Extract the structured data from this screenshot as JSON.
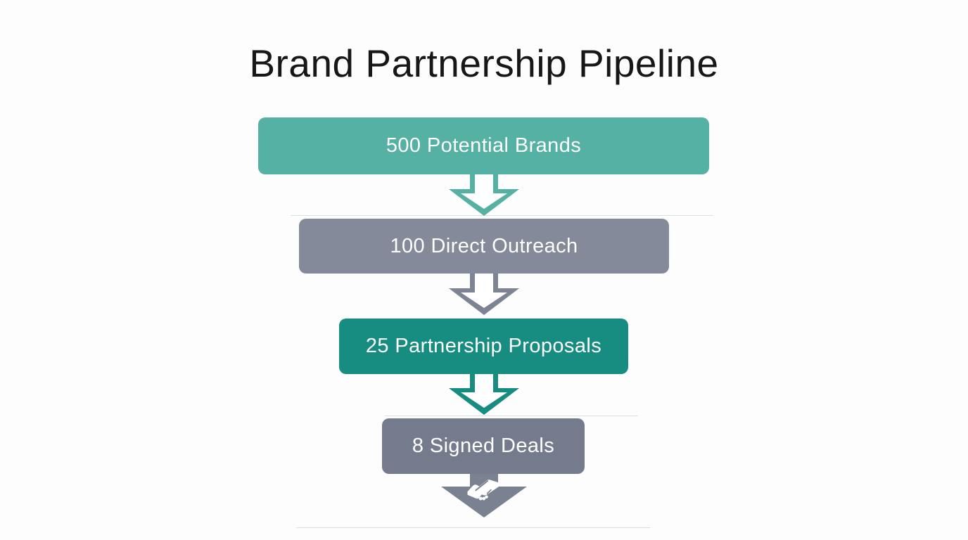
{
  "title": "Brand Partnership Pipeline",
  "funnel": {
    "stages": [
      {
        "label": "500 Potential Brands",
        "value": 500,
        "color": "#54B1A3",
        "arrow_color": "#54B1A3",
        "arrow_style": "outlined"
      },
      {
        "label": "100 Direct Outreach",
        "value": 100,
        "color": "#848A9A",
        "arrow_color": "#7D8494",
        "arrow_style": "outlined"
      },
      {
        "label": "25 Partnership Proposals",
        "value": 25,
        "color": "#178C80",
        "arrow_color": "#178C80",
        "arrow_style": "outlined"
      },
      {
        "label": "8 Signed Deals",
        "value": 8,
        "color": "#747B8C",
        "arrow_color": "#7A8191",
        "arrow_style": "solid-with-handshake-icon"
      }
    ],
    "arrow_inner_color": "#FFFFFF",
    "final_icon": "handshake-icon",
    "final_icon_color": "#FFFFFF"
  },
  "chart_data": {
    "type": "funnel",
    "title": "Brand Partnership Pipeline",
    "categories": [
      "Potential Brands",
      "Direct Outreach",
      "Partnership Proposals",
      "Signed Deals"
    ],
    "values": [
      500,
      100,
      25,
      8
    ],
    "labels": [
      "500 Potential Brands",
      "100 Direct Outreach",
      "25 Partnership Proposals",
      "8 Signed Deals"
    ],
    "colors": [
      "#54B1A3",
      "#848A9A",
      "#178C80",
      "#747B8C"
    ],
    "orientation": "vertical-descending",
    "legend": "none",
    "background": "#FDFDFD"
  }
}
